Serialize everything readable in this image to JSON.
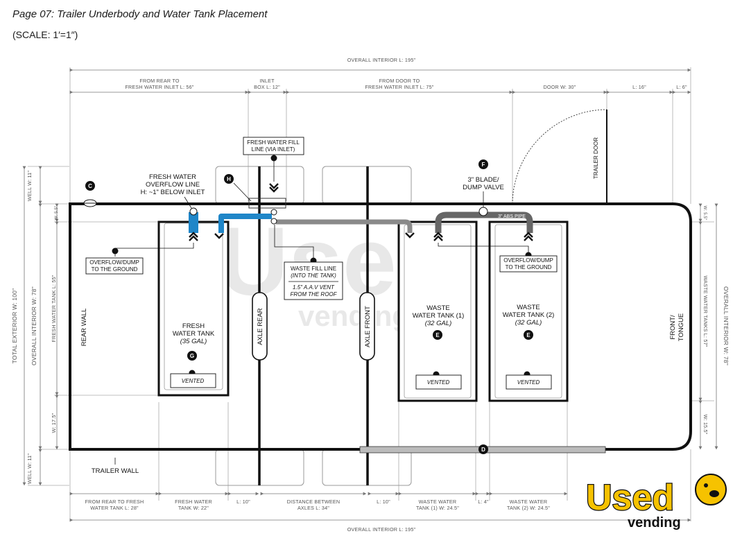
{
  "header": {
    "title": "Page 07: Trailer Underbody and Water Tank Placement",
    "scale": "(SCALE: 1′=1″)"
  },
  "top_dims": {
    "overall": "OVERALL INTERIOR L: 195\"",
    "from_rear_1": "FROM REAR TO",
    "from_rear_2": "FRESH WATER INLET L: 56\"",
    "inlet_1": "INLET",
    "inlet_2": "BOX L: 12\"",
    "from_door_1": "FROM DOOR TO",
    "from_door_2": "FRESH WATER INLET L: 75\"",
    "door": "DOOR W: 30\"",
    "l16": "L: 16\"",
    "l6": "L: 6\""
  },
  "bottom_dims": {
    "rear_fresh_1": "FROM REAR TO FRESH",
    "rear_fresh_2": "WATER TANK L: 28\"",
    "fresh_w_1": "FRESH WATER",
    "fresh_w_2": "TANK W: 22\"",
    "l10a": "L: 10\"",
    "axles_1": "DISTANCE BETWEEN",
    "axles_2": "AXLES L: 34\"",
    "l10b": "L: 10\"",
    "waste1_1": "WASTE WATER",
    "waste1_2": "TANK (1) W: 24.5\"",
    "l4": "L: 4\"",
    "waste2_1": "WASTE WATER",
    "waste2_2": "TANK (2) W: 24.5\"",
    "overall": "OVERALL INTERIOR L: 195\""
  },
  "left_dims": {
    "total_exterior": "TOTAL EXTERIOR W: 100\"",
    "overall_interior": "OVERALL INTERIOR W: 78\"",
    "well_top": "WELL W: 11\"",
    "w55": "W: 5.5\"",
    "fresh_tank_l": "FRESH WATER TANK L: 55\"",
    "w175": "W: 17.5\"",
    "well_bottom": "WELL W: 11\""
  },
  "right_dims": {
    "overall_interior": "OVERALL INTERIOR W: 78\"",
    "w55": "W: 5.5\"",
    "waste_tanks_l": "WASTE WATER TANKS L: 57\"",
    "w155": "W: 15.5\""
  },
  "labels": {
    "fresh_fill_1": "FRESH WATER FILL",
    "fresh_fill_2": "LINE (VIA INLET)",
    "overflow_1": "FRESH WATER",
    "overflow_2": "OVERFLOW LINE",
    "overflow_3": "H: ~1\" BELOW INLET",
    "blade_1": "3\" BLADE/",
    "blade_2": "DUMP VALVE",
    "abs_pipe": "3\" ABS PIPE",
    "trailer_door": "TRAILER DOOR",
    "overflow_dump_1": "OVERFLOW/DUMP",
    "overflow_dump_2": "TO THE GROUND",
    "overflow_dump_r1": "OVERFLOW/DUMP",
    "overflow_dump_r2": "TO THE GROUND",
    "waste_fill_1": "WASTE FILL LINE",
    "waste_fill_2": "(INTO THE TANK)",
    "aav_1": "1.5\" A.A.V VENT",
    "aav_2": "FROM THE ROOF",
    "rear_wall": "REAR WALL",
    "fresh_tank_1": "FRESH",
    "fresh_tank_2": "WATER TANK",
    "fresh_tank_3": "(35 GAL)",
    "axle_rear": "AXLE REAR",
    "axle_front": "AXLE FRONT",
    "waste1_1": "WASTE",
    "waste1_2": "WATER TANK (1)",
    "waste1_3": "(32 GAL)",
    "waste2_1": "WASTE",
    "waste2_2": "WATER TANK (2)",
    "waste2_3": "(32 GAL)",
    "vented": "VENTED",
    "front_1": "FRONT/",
    "front_2": "TONGUE",
    "trailer_wall": "TRAILER WALL"
  },
  "markers": {
    "c": "C",
    "h": "H",
    "f": "F",
    "g": "G",
    "e": "E",
    "d": "D"
  },
  "watermark": {
    "word1": "Used",
    "word2": "vending"
  },
  "colors": {
    "fresh_pipe": "#1f86c8",
    "gray_pipe": "#8a8a8a",
    "dark_pipe": "#666666",
    "logo_yellow": "#f6c200"
  }
}
